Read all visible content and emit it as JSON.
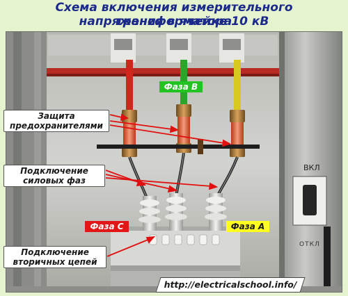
{
  "title": {
    "line1": "Схема включения измерительного трансформатора",
    "line2": "напряжения в ячейке 10 кВ"
  },
  "labels": {
    "phase_b": "Фаза В",
    "phase_c": "Фаза С",
    "phase_a": "Фаза А",
    "fuse_protection": {
      "line1": "Защита",
      "line2": "предохранителями"
    },
    "power_phases": {
      "line1": "Подключение",
      "line2": "силовых фаз"
    },
    "secondary_circuits": {
      "line1": "Подключение",
      "line2": "вторичных цепей"
    }
  },
  "panel_labels": {
    "on": "ВКЛ",
    "off": "ОТКЛ"
  },
  "watermark": "http://electricalschool.info/",
  "colors": {
    "title": "#1b2a8a",
    "background": "#e6f3cf",
    "phase_a": "#ffff20",
    "phase_b": "#23c323",
    "phase_c": "#e21818",
    "arrow": "#e01010"
  }
}
